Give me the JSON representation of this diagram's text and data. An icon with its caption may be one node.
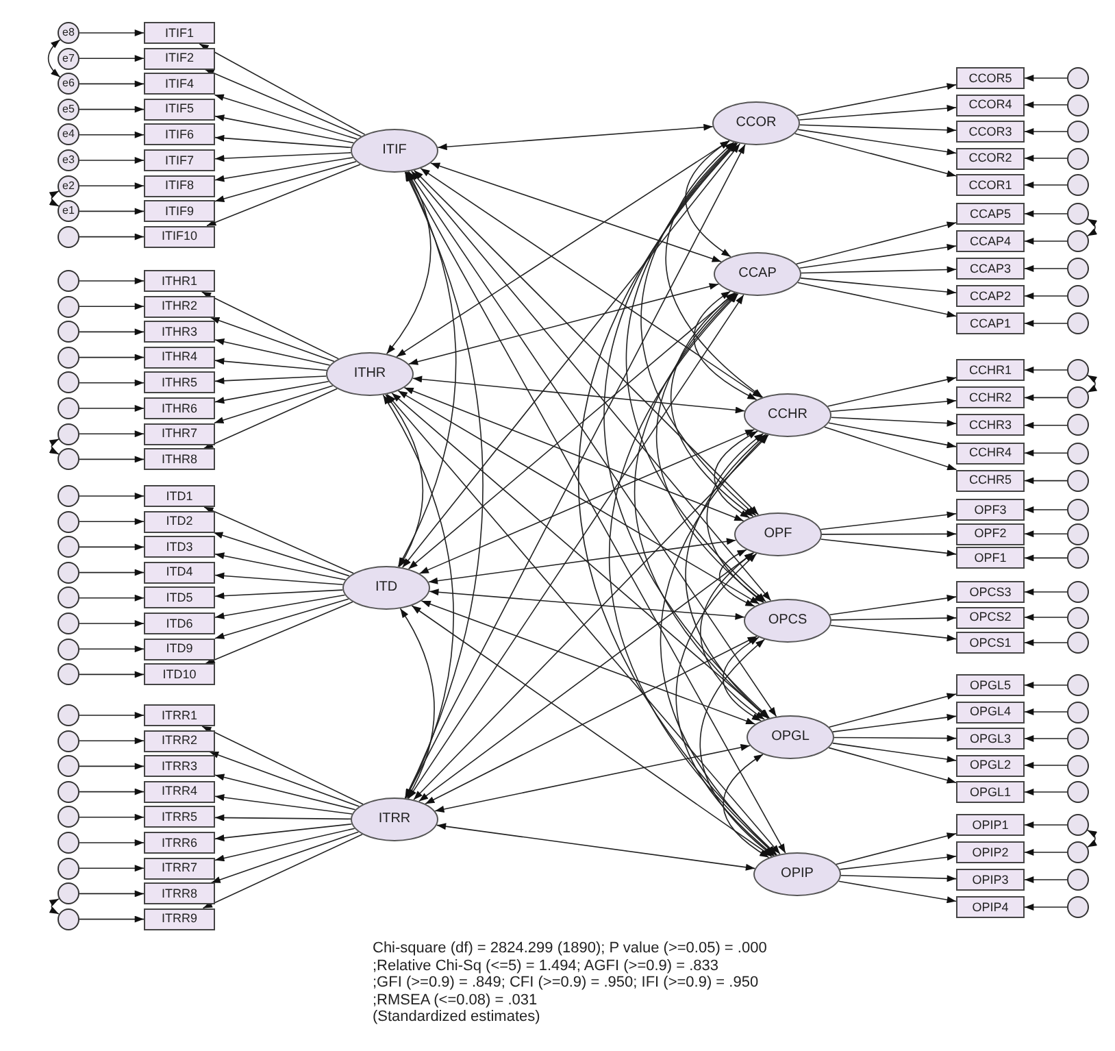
{
  "diagram": {
    "nodes": [
      {
        "text": [
          "ITIF"
        ]
      },
      {
        "text": [
          "ITHR"
        ]
      },
      {
        "text": [
          "ITD"
        ]
      },
      {
        "text": [
          "ITRR"
        ]
      },
      {
        "text": [
          "CCOR"
        ]
      },
      {
        "text": [
          "CCAP"
        ]
      },
      {
        "text": [
          "CCHR"
        ]
      },
      {
        "text": [
          "OPF"
        ]
      },
      {
        "text": [
          "OPCS"
        ]
      },
      {
        "text": [
          "OPGL"
        ]
      },
      {
        "text": [
          "OPIP"
        ]
      },
      {
        "text": [
          "ITIF1"
        ]
      },
      {
        "text": [
          "ITIF2"
        ]
      },
      {
        "text": [
          "ITIF4"
        ]
      },
      {
        "text": [
          "ITIF5"
        ]
      },
      {
        "text": [
          "ITIF6"
        ]
      },
      {
        "text": [
          "ITIF7"
        ]
      },
      {
        "text": [
          "ITIF8"
        ]
      },
      {
        "text": [
          "ITIF9"
        ]
      },
      {
        "text": [
          "ITIF10"
        ]
      },
      {
        "text": [
          "ITHR1"
        ]
      },
      {
        "text": [
          "ITHR2"
        ]
      },
      {
        "text": [
          "ITHR3"
        ]
      },
      {
        "text": [
          "ITHR4"
        ]
      },
      {
        "text": [
          "ITHR5"
        ]
      },
      {
        "text": [
          "ITHR6"
        ]
      },
      {
        "text": [
          "ITHR7"
        ]
      },
      {
        "text": [
          "ITHR8"
        ]
      },
      {
        "text": [
          "ITD1"
        ]
      },
      {
        "text": [
          "ITD2"
        ]
      },
      {
        "text": [
          "ITD3"
        ]
      },
      {
        "text": [
          "ITD4"
        ]
      },
      {
        "text": [
          "ITD5"
        ]
      },
      {
        "text": [
          "ITD6"
        ]
      },
      {
        "text": [
          "ITD9"
        ]
      },
      {
        "text": [
          "ITD10"
        ]
      },
      {
        "text": [
          "ITRR1"
        ]
      },
      {
        "text": [
          "ITRR2"
        ]
      },
      {
        "text": [
          "ITRR3"
        ]
      },
      {
        "text": [
          "ITRR4"
        ]
      },
      {
        "text": [
          "ITRR5"
        ]
      },
      {
        "text": [
          "ITRR6"
        ]
      },
      {
        "text": [
          "ITRR7"
        ]
      },
      {
        "text": [
          "ITRR8"
        ]
      },
      {
        "text": [
          "ITRR9"
        ]
      },
      {
        "text": [
          "CCOR5"
        ]
      },
      {
        "text": [
          "CCOR4"
        ]
      },
      {
        "text": [
          "CCOR3"
        ]
      },
      {
        "text": [
          "CCOR2"
        ]
      },
      {
        "text": [
          "CCOR1"
        ]
      },
      {
        "text": [
          "CCAP5"
        ]
      },
      {
        "text": [
          "CCAP4"
        ]
      },
      {
        "text": [
          "CCAP3"
        ]
      },
      {
        "text": [
          "CCAP2"
        ]
      },
      {
        "text": [
          "CCAP1"
        ]
      },
      {
        "text": [
          "CCHR1"
        ]
      },
      {
        "text": [
          "CCHR2"
        ]
      },
      {
        "text": [
          "CCHR3"
        ]
      },
      {
        "text": [
          "CCHR4"
        ]
      },
      {
        "text": [
          "CCHR5"
        ]
      },
      {
        "text": [
          "OPF3"
        ]
      },
      {
        "text": [
          "OPF2"
        ]
      },
      {
        "text": [
          "OPF1"
        ]
      },
      {
        "text": [
          "OPCS3"
        ]
      },
      {
        "text": [
          "OPCS2"
        ]
      },
      {
        "text": [
          "OPCS1"
        ]
      },
      {
        "text": [
          "OPGL5"
        ]
      },
      {
        "text": [
          "OPGL4"
        ]
      },
      {
        "text": [
          "OPGL3"
        ]
      },
      {
        "text": [
          "OPGL2"
        ]
      },
      {
        "text": [
          "OPGL1"
        ]
      },
      {
        "text": [
          "OPIP1"
        ]
      },
      {
        "text": [
          "OPIP2"
        ]
      },
      {
        "text": [
          "OPIP3"
        ]
      },
      {
        "text": [
          "OPIP4"
        ]
      },
      {
        "text": [
          "e8"
        ]
      },
      {
        "text": [
          "e7"
        ]
      },
      {
        "text": [
          "e6"
        ]
      },
      {
        "text": [
          "e5"
        ]
      },
      {
        "text": [
          "e4"
        ]
      },
      {
        "text": [
          "e3"
        ]
      },
      {
        "text": [
          "e2"
        ]
      },
      {
        "text": [
          "e1"
        ]
      },
      {
        "text": [],
        "shape": "circle"
      },
      {
        "text": [],
        "shape": "circle"
      },
      {
        "text": [],
        "shape": "circle"
      },
      {
        "text": [],
        "shape": "circle"
      },
      {
        "text": [],
        "shape": "circle"
      },
      {
        "text": [],
        "shape": "circle"
      },
      {
        "text": [],
        "shape": "circle"
      },
      {
        "text": [],
        "shape": "circle"
      },
      {
        "text": [],
        "shape": "circle"
      },
      {
        "text": [],
        "shape": "circle"
      },
      {
        "text": [],
        "shape": "circle"
      },
      {
        "text": [],
        "shape": "circle"
      },
      {
        "text": [],
        "shape": "circle"
      },
      {
        "text": [],
        "shape": "circle"
      },
      {
        "text": [],
        "shape": "circle"
      },
      {
        "text": [],
        "shape": "circle"
      },
      {
        "text": [],
        "shape": "circle"
      },
      {
        "text": [],
        "shape": "circle"
      },
      {
        "text": [],
        "shape": "circle"
      },
      {
        "text": [],
        "shape": "circle"
      },
      {
        "text": [],
        "shape": "circle"
      },
      {
        "text": [],
        "shape": "circle"
      },
      {
        "text": [],
        "shape": "circle"
      },
      {
        "text": [],
        "shape": "circle"
      },
      {
        "text": [],
        "shape": "circle"
      },
      {
        "text": [],
        "shape": "circle"
      },
      {
        "text": [],
        "shape": "circle"
      },
      {
        "text": [],
        "shape": "circle"
      },
      {
        "text": [],
        "shape": "circle"
      },
      {
        "text": [],
        "shape": "circle"
      },
      {
        "text": [],
        "shape": "circle"
      },
      {
        "text": [],
        "shape": "circle"
      },
      {
        "text": [],
        "shape": "circle"
      },
      {
        "text": [],
        "shape": "circle"
      },
      {
        "text": [],
        "shape": "circle"
      },
      {
        "text": [],
        "shape": "circle"
      },
      {
        "text": [],
        "shape": "circle"
      },
      {
        "text": [],
        "shape": "circle"
      },
      {
        "text": [],
        "shape": "circle"
      },
      {
        "text": [],
        "shape": "circle"
      },
      {
        "text": [],
        "shape": "circle"
      },
      {
        "text": [],
        "shape": "circle"
      },
      {
        "text": [],
        "shape": "circle"
      },
      {
        "text": [],
        "shape": "circle"
      },
      {
        "text": [],
        "shape": "circle"
      },
      {
        "text": [],
        "shape": "circle"
      },
      {
        "text": [],
        "shape": "circle"
      },
      {
        "text": [],
        "shape": "circle"
      },
      {
        "text": [],
        "shape": "circle"
      },
      {
        "text": [],
        "shape": "circle"
      },
      {
        "text": [],
        "shape": "circle"
      },
      {
        "text": [],
        "shape": "circle"
      },
      {
        "text": [],
        "shape": "circle"
      },
      {
        "text": [],
        "shape": "circle"
      },
      {
        "text": [],
        "shape": "circle"
      },
      {
        "text": [],
        "shape": "circle"
      }
    ],
    "edges": [
      {
        "from": 75,
        "to": 11,
        "arrow": "to"
      },
      {
        "from": 76,
        "to": 12,
        "arrow": "to"
      },
      {
        "from": 77,
        "to": 13,
        "arrow": "to"
      },
      {
        "from": 78,
        "to": 14,
        "arrow": "to"
      },
      {
        "from": 79,
        "to": 15,
        "arrow": "to"
      },
      {
        "from": 80,
        "to": 16,
        "arrow": "to"
      },
      {
        "from": 81,
        "to": 17,
        "arrow": "to"
      },
      {
        "from": 82,
        "to": 18,
        "arrow": "to"
      },
      {
        "from": 83,
        "to": 19,
        "arrow": "to"
      },
      {
        "from": 84,
        "to": 20,
        "arrow": "to"
      },
      {
        "from": 85,
        "to": 21,
        "arrow": "to"
      },
      {
        "from": 86,
        "to": 22,
        "arrow": "to"
      },
      {
        "from": 87,
        "to": 23,
        "arrow": "to"
      },
      {
        "from": 88,
        "to": 24,
        "arrow": "to"
      },
      {
        "from": 89,
        "to": 25,
        "arrow": "to"
      },
      {
        "from": 90,
        "to": 26,
        "arrow": "to"
      },
      {
        "from": 91,
        "to": 27,
        "arrow": "to"
      },
      {
        "from": 92,
        "to": 28,
        "arrow": "to"
      },
      {
        "from": 93,
        "to": 29,
        "arrow": "to"
      },
      {
        "from": 94,
        "to": 30,
        "arrow": "to"
      },
      {
        "from": 95,
        "to": 31,
        "arrow": "to"
      },
      {
        "from": 96,
        "to": 32,
        "arrow": "to"
      },
      {
        "from": 97,
        "to": 33,
        "arrow": "to"
      },
      {
        "from": 98,
        "to": 34,
        "arrow": "to"
      },
      {
        "from": 99,
        "to": 35,
        "arrow": "to"
      },
      {
        "from": 100,
        "to": 36,
        "arrow": "to"
      },
      {
        "from": 101,
        "to": 37,
        "arrow": "to"
      },
      {
        "from": 102,
        "to": 38,
        "arrow": "to"
      },
      {
        "from": 103,
        "to": 39,
        "arrow": "to"
      },
      {
        "from": 104,
        "to": 40,
        "arrow": "to"
      },
      {
        "from": 105,
        "to": 41,
        "arrow": "to"
      },
      {
        "from": 106,
        "to": 42,
        "arrow": "to"
      },
      {
        "from": 107,
        "to": 43,
        "arrow": "to"
      },
      {
        "from": 108,
        "to": 44,
        "arrow": "to"
      },
      {
        "from": 109,
        "to": 45,
        "arrow": "to"
      },
      {
        "from": 110,
        "to": 46,
        "arrow": "to"
      },
      {
        "from": 111,
        "to": 47,
        "arrow": "to"
      },
      {
        "from": 112,
        "to": 48,
        "arrow": "to"
      },
      {
        "from": 113,
        "to": 49,
        "arrow": "to"
      },
      {
        "from": 114,
        "to": 50,
        "arrow": "to"
      },
      {
        "from": 115,
        "to": 51,
        "arrow": "to"
      },
      {
        "from": 116,
        "to": 52,
        "arrow": "to"
      },
      {
        "from": 117,
        "to": 53,
        "arrow": "to"
      },
      {
        "from": 118,
        "to": 54,
        "arrow": "to"
      },
      {
        "from": 119,
        "to": 55,
        "arrow": "to"
      },
      {
        "from": 120,
        "to": 56,
        "arrow": "to"
      },
      {
        "from": 121,
        "to": 57,
        "arrow": "to"
      },
      {
        "from": 122,
        "to": 58,
        "arrow": "to"
      },
      {
        "from": 123,
        "to": 59,
        "arrow": "to"
      },
      {
        "from": 124,
        "to": 60,
        "arrow": "to"
      },
      {
        "from": 125,
        "to": 61,
        "arrow": "to"
      },
      {
        "from": 126,
        "to": 62,
        "arrow": "to"
      },
      {
        "from": 127,
        "to": 63,
        "arrow": "to"
      },
      {
        "from": 128,
        "to": 64,
        "arrow": "to"
      },
      {
        "from": 129,
        "to": 65,
        "arrow": "to"
      },
      {
        "from": 130,
        "to": 66,
        "arrow": "to"
      },
      {
        "from": 131,
        "to": 67,
        "arrow": "to"
      },
      {
        "from": 132,
        "to": 68,
        "arrow": "to"
      },
      {
        "from": 133,
        "to": 69,
        "arrow": "to"
      },
      {
        "from": 134,
        "to": 70,
        "arrow": "to"
      },
      {
        "from": 135,
        "to": 71,
        "arrow": "to"
      },
      {
        "from": 136,
        "to": 72,
        "arrow": "to"
      },
      {
        "from": 137,
        "to": 73,
        "arrow": "to"
      },
      {
        "from": 138,
        "to": 74,
        "arrow": "to"
      },
      {
        "from": 0,
        "to": 11,
        "arrow": "to"
      },
      {
        "from": 0,
        "to": 12,
        "arrow": "to"
      },
      {
        "from": 0,
        "to": 13,
        "arrow": "to"
      },
      {
        "from": 0,
        "to": 14,
        "arrow": "to"
      },
      {
        "from": 0,
        "to": 15,
        "arrow": "to"
      },
      {
        "from": 0,
        "to": 16,
        "arrow": "to"
      },
      {
        "from": 0,
        "to": 17,
        "arrow": "to"
      },
      {
        "from": 0,
        "to": 18,
        "arrow": "to"
      },
      {
        "from": 0,
        "to": 19,
        "arrow": "to"
      },
      {
        "from": 1,
        "to": 20,
        "arrow": "to"
      },
      {
        "from": 1,
        "to": 21,
        "arrow": "to"
      },
      {
        "from": 1,
        "to": 22,
        "arrow": "to"
      },
      {
        "from": 1,
        "to": 23,
        "arrow": "to"
      },
      {
        "from": 1,
        "to": 24,
        "arrow": "to"
      },
      {
        "from": 1,
        "to": 25,
        "arrow": "to"
      },
      {
        "from": 1,
        "to": 26,
        "arrow": "to"
      },
      {
        "from": 1,
        "to": 27,
        "arrow": "to"
      },
      {
        "from": 2,
        "to": 28,
        "arrow": "to"
      },
      {
        "from": 2,
        "to": 29,
        "arrow": "to"
      },
      {
        "from": 2,
        "to": 30,
        "arrow": "to"
      },
      {
        "from": 2,
        "to": 31,
        "arrow": "to"
      },
      {
        "from": 2,
        "to": 32,
        "arrow": "to"
      },
      {
        "from": 2,
        "to": 33,
        "arrow": "to"
      },
      {
        "from": 2,
        "to": 34,
        "arrow": "to"
      },
      {
        "from": 2,
        "to": 35,
        "arrow": "to"
      },
      {
        "from": 3,
        "to": 36,
        "arrow": "to"
      },
      {
        "from": 3,
        "to": 37,
        "arrow": "to"
      },
      {
        "from": 3,
        "to": 38,
        "arrow": "to"
      },
      {
        "from": 3,
        "to": 39,
        "arrow": "to"
      },
      {
        "from": 3,
        "to": 40,
        "arrow": "to"
      },
      {
        "from": 3,
        "to": 41,
        "arrow": "to"
      },
      {
        "from": 3,
        "to": 42,
        "arrow": "to"
      },
      {
        "from": 3,
        "to": 43,
        "arrow": "to"
      },
      {
        "from": 3,
        "to": 44,
        "arrow": "to"
      },
      {
        "from": 4,
        "to": 45,
        "arrow": "to"
      },
      {
        "from": 4,
        "to": 46,
        "arrow": "to"
      },
      {
        "from": 4,
        "to": 47,
        "arrow": "to"
      },
      {
        "from": 4,
        "to": 48,
        "arrow": "to"
      },
      {
        "from": 4,
        "to": 49,
        "arrow": "to"
      },
      {
        "from": 5,
        "to": 50,
        "arrow": "to"
      },
      {
        "from": 5,
        "to": 51,
        "arrow": "to"
      },
      {
        "from": 5,
        "to": 52,
        "arrow": "to"
      },
      {
        "from": 5,
        "to": 53,
        "arrow": "to"
      },
      {
        "from": 5,
        "to": 54,
        "arrow": "to"
      },
      {
        "from": 6,
        "to": 55,
        "arrow": "to"
      },
      {
        "from": 6,
        "to": 56,
        "arrow": "to"
      },
      {
        "from": 6,
        "to": 57,
        "arrow": "to"
      },
      {
        "from": 6,
        "to": 58,
        "arrow": "to"
      },
      {
        "from": 6,
        "to": 59,
        "arrow": "to"
      },
      {
        "from": 7,
        "to": 60,
        "arrow": "to"
      },
      {
        "from": 7,
        "to": 61,
        "arrow": "to"
      },
      {
        "from": 7,
        "to": 62,
        "arrow": "to"
      },
      {
        "from": 8,
        "to": 63,
        "arrow": "to"
      },
      {
        "from": 8,
        "to": 64,
        "arrow": "to"
      },
      {
        "from": 8,
        "to": 65,
        "arrow": "to"
      },
      {
        "from": 9,
        "to": 66,
        "arrow": "to"
      },
      {
        "from": 9,
        "to": 67,
        "arrow": "to"
      },
      {
        "from": 9,
        "to": 68,
        "arrow": "to"
      },
      {
        "from": 9,
        "to": 69,
        "arrow": "to"
      },
      {
        "from": 9,
        "to": 70,
        "arrow": "to"
      },
      {
        "from": 10,
        "to": 71,
        "arrow": "to"
      },
      {
        "from": 10,
        "to": 72,
        "arrow": "to"
      },
      {
        "from": 10,
        "to": 73,
        "arrow": "to"
      },
      {
        "from": 10,
        "to": 74,
        "arrow": "to"
      },
      {
        "from": 0,
        "to": 1,
        "arrow": "both"
      },
      {
        "from": 0,
        "to": 2,
        "arrow": "both"
      },
      {
        "from": 0,
        "to": 3,
        "arrow": "both"
      },
      {
        "from": 0,
        "to": 4,
        "arrow": "both"
      },
      {
        "from": 0,
        "to": 5,
        "arrow": "both"
      },
      {
        "from": 0,
        "to": 6,
        "arrow": "both"
      },
      {
        "from": 0,
        "to": 7,
        "arrow": "both"
      },
      {
        "from": 0,
        "to": 8,
        "arrow": "both"
      },
      {
        "from": 0,
        "to": 9,
        "arrow": "both"
      },
      {
        "from": 0,
        "to": 10,
        "arrow": "both"
      },
      {
        "from": 1,
        "to": 2,
        "arrow": "both"
      },
      {
        "from": 1,
        "to": 3,
        "arrow": "both"
      },
      {
        "from": 1,
        "to": 4,
        "arrow": "both"
      },
      {
        "from": 1,
        "to": 5,
        "arrow": "both"
      },
      {
        "from": 1,
        "to": 6,
        "arrow": "both"
      },
      {
        "from": 1,
        "to": 7,
        "arrow": "both"
      },
      {
        "from": 1,
        "to": 8,
        "arrow": "both"
      },
      {
        "from": 1,
        "to": 9,
        "arrow": "both"
      },
      {
        "from": 1,
        "to": 10,
        "arrow": "both"
      },
      {
        "from": 2,
        "to": 3,
        "arrow": "both"
      },
      {
        "from": 2,
        "to": 4,
        "arrow": "both"
      },
      {
        "from": 2,
        "to": 5,
        "arrow": "both"
      },
      {
        "from": 2,
        "to": 6,
        "arrow": "both"
      },
      {
        "from": 2,
        "to": 7,
        "arrow": "both"
      },
      {
        "from": 2,
        "to": 8,
        "arrow": "both"
      },
      {
        "from": 2,
        "to": 9,
        "arrow": "both"
      },
      {
        "from": 2,
        "to": 10,
        "arrow": "both"
      },
      {
        "from": 3,
        "to": 4,
        "arrow": "both"
      },
      {
        "from": 3,
        "to": 5,
        "arrow": "both"
      },
      {
        "from": 3,
        "to": 6,
        "arrow": "both"
      },
      {
        "from": 3,
        "to": 7,
        "arrow": "both"
      },
      {
        "from": 3,
        "to": 8,
        "arrow": "both"
      },
      {
        "from": 3,
        "to": 9,
        "arrow": "both"
      },
      {
        "from": 3,
        "to": 10,
        "arrow": "both"
      },
      {
        "from": 4,
        "to": 5,
        "arrow": "both"
      },
      {
        "from": 4,
        "to": 6,
        "arrow": "both"
      },
      {
        "from": 4,
        "to": 7,
        "arrow": "both"
      },
      {
        "from": 4,
        "to": 8,
        "arrow": "both"
      },
      {
        "from": 4,
        "to": 9,
        "arrow": "both"
      },
      {
        "from": 4,
        "to": 10,
        "arrow": "both"
      },
      {
        "from": 5,
        "to": 6,
        "arrow": "both"
      },
      {
        "from": 5,
        "to": 7,
        "arrow": "both"
      },
      {
        "from": 5,
        "to": 8,
        "arrow": "both"
      },
      {
        "from": 5,
        "to": 9,
        "arrow": "both"
      },
      {
        "from": 5,
        "to": 10,
        "arrow": "both"
      },
      {
        "from": 6,
        "to": 7,
        "arrow": "both"
      },
      {
        "from": 6,
        "to": 8,
        "arrow": "both"
      },
      {
        "from": 6,
        "to": 9,
        "arrow": "both"
      },
      {
        "from": 6,
        "to": 10,
        "arrow": "both"
      },
      {
        "from": 7,
        "to": 8,
        "arrow": "both"
      },
      {
        "from": 7,
        "to": 9,
        "arrow": "both"
      },
      {
        "from": 7,
        "to": 10,
        "arrow": "both"
      },
      {
        "from": 8,
        "to": 9,
        "arrow": "both"
      },
      {
        "from": 8,
        "to": 10,
        "arrow": "both"
      },
      {
        "from": 9,
        "to": 10,
        "arrow": "both"
      },
      {
        "from": 75,
        "to": 77,
        "arrow": "both"
      },
      {
        "from": 81,
        "to": 82,
        "arrow": "both"
      },
      {
        "from": 90,
        "to": 91,
        "arrow": "both"
      },
      {
        "from": 107,
        "to": 108,
        "arrow": "both"
      },
      {
        "from": 114,
        "to": 115,
        "arrow": "both"
      },
      {
        "from": 119,
        "to": 120,
        "arrow": "both"
      },
      {
        "from": 135,
        "to": 136,
        "arrow": "both"
      }
    ],
    "labels": [
      "Chi-square (df) = 2824.299 (1890);  P value (>=0.05) = .000",
      ";Relative Chi-Sq (<=5) = 1.494; AGFI (>=0.9) = .833",
      ";GFI (>=0.9) = .849; CFI (>=0.9) = .950; IFI (>=0.9) = .950",
      ";RMSEA (<=0.08) = .031",
      "(Standardized estimates)"
    ]
  }
}
